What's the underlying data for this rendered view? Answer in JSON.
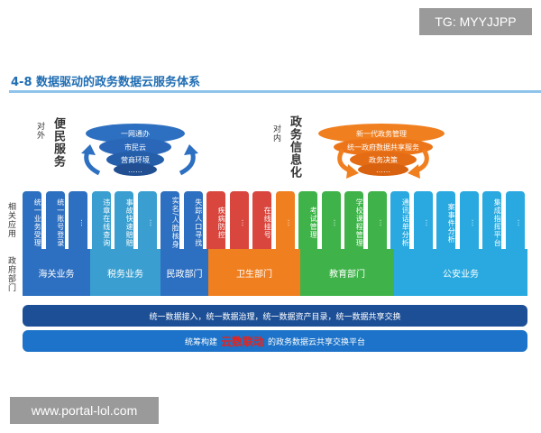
{
  "watermark_top": "TG: MYYJJPP",
  "watermark_bottom": "www.portal-lol.com",
  "title": "4-8 数据驱动的政务数据云服务体系",
  "left_panel": {
    "side_label": "对外",
    "big_label": "便民服务",
    "tiers": [
      "一网通办",
      "市民云",
      "营商环境",
      "……"
    ]
  },
  "right_panel": {
    "side_label": "对内",
    "big_label": "政务信息化",
    "tiers": [
      "新一代政务管理",
      "统一政府数据共享服务",
      "政务决策",
      "……"
    ]
  },
  "row_labels": {
    "apps": "相关应用",
    "depts": "政府部门"
  },
  "columns": [
    {
      "label": "统一业务受理",
      "color": "#2d6fc0"
    },
    {
      "label": "统一账号登录",
      "color": "#2d6fc0"
    },
    {
      "label": "…",
      "color": "#2d6fc0"
    },
    {
      "label": "违章在线查询",
      "color": "#3a9fd0"
    },
    {
      "label": "事故快速赔赔",
      "color": "#3a9fd0"
    },
    {
      "label": "…",
      "color": "#3a9fd0"
    },
    {
      "label": "实名/人脸核身",
      "color": "#2d6fc0"
    },
    {
      "label": "失踪人口寻找",
      "color": "#2d6fc0"
    },
    {
      "label": "疾病防控",
      "color": "#d9463e"
    },
    {
      "label": "…",
      "color": "#d9463e"
    },
    {
      "label": "在线挂号",
      "color": "#d9463e"
    },
    {
      "label": "…",
      "color": "#f07f1f"
    },
    {
      "label": "考试管理",
      "color": "#3fb34a"
    },
    {
      "label": "…",
      "color": "#3fb34a"
    },
    {
      "label": "学校课程管理",
      "color": "#3fb34a"
    },
    {
      "label": "…",
      "color": "#3fb34a"
    },
    {
      "label": "通讯话单分析",
      "color": "#29a9e0"
    },
    {
      "label": "…",
      "color": "#29a9e0"
    },
    {
      "label": "案事件分析",
      "color": "#29a9e0"
    },
    {
      "label": "…",
      "color": "#29a9e0"
    },
    {
      "label": "集成指挥平台",
      "color": "#29a9e0"
    },
    {
      "label": "…",
      "color": "#29a9e0"
    }
  ],
  "departments": [
    {
      "label": "海关业务",
      "color": "#2d6fc0"
    },
    {
      "label": "税务业务",
      "color": "#3a9fd0"
    },
    {
      "label": "民政部门",
      "color": "#2d6fc0"
    },
    {
      "label": "卫生部门",
      "color": "#f07f1f"
    },
    {
      "label": "教育部门",
      "color": "#3fb34a"
    },
    {
      "label": "公安业务",
      "color": "#29a9e0"
    }
  ],
  "bar1": "统一数据接入，统一数据治理，统一数据资产目录，统一数据共享交换",
  "bar2": {
    "prefix": "统筹构建",
    "highlight": "云数联动",
    "suffix": "的政务数据云共享交换平台"
  },
  "colors": {
    "blue": "#2d6fc0",
    "orange": "#f07f1f",
    "bar1": "#1d4f96",
    "bar2": "#1c73c9"
  }
}
